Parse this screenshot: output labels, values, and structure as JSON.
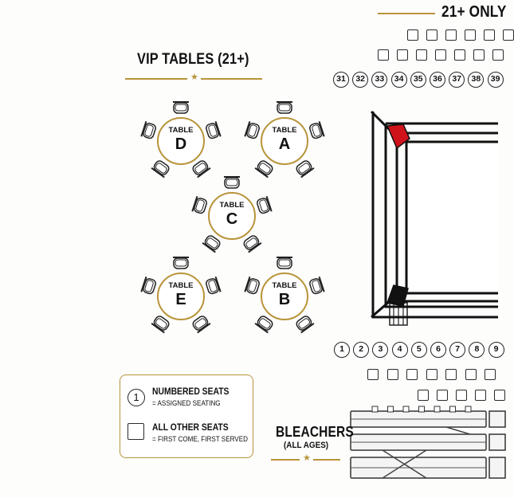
{
  "header_top": {
    "label": "21+ ONLY"
  },
  "vip": {
    "title": "VIP TABLES (21+)",
    "star": "★"
  },
  "tables": [
    {
      "word": "TABLE",
      "letter": "D"
    },
    {
      "word": "TABLE",
      "letter": "A"
    },
    {
      "word": "TABLE",
      "letter": "C"
    },
    {
      "word": "TABLE",
      "letter": "E"
    },
    {
      "word": "TABLE",
      "letter": "B"
    }
  ],
  "top_numbered_seats": [
    "31",
    "32",
    "33",
    "34",
    "35",
    "36",
    "37",
    "38",
    "39"
  ],
  "bottom_numbered_seats": [
    "1",
    "2",
    "3",
    "4",
    "5",
    "6",
    "7",
    "8",
    "9"
  ],
  "legend": {
    "numbered_symbol": "1",
    "numbered_title": "NUMBERED SEATS",
    "numbered_sub": "= ASSIGNED SEATING",
    "other_title": "ALL OTHER SEATS",
    "other_sub": "= FIRST COME, FIRST SERVED"
  },
  "bleachers": {
    "title": "BLEACHERS",
    "sub": "(ALL AGES)",
    "star": "★"
  },
  "colors": {
    "gold": "#b8943a",
    "red_corner": "#d0121b",
    "black_corner": "#111111"
  }
}
